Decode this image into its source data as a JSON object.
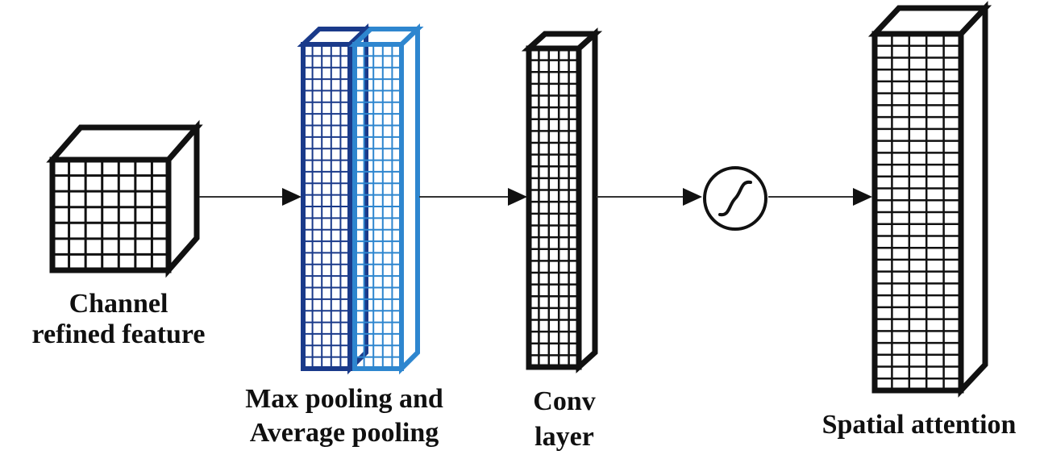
{
  "labels": {
    "channel_line1": "Channel",
    "channel_line2": "refined feature",
    "pooling_line1": "Max pooling and",
    "pooling_line2": "Average pooling",
    "conv_line1": "Conv",
    "conv_line2": "layer",
    "spatial": "Spatial attention"
  },
  "symbols": {
    "activation": "sigmoid-icon"
  },
  "colors": {
    "outline": "#111111",
    "max_pool": "#1a3a8a",
    "avg_pool": "#2e86cf",
    "arrow": "#333333"
  }
}
